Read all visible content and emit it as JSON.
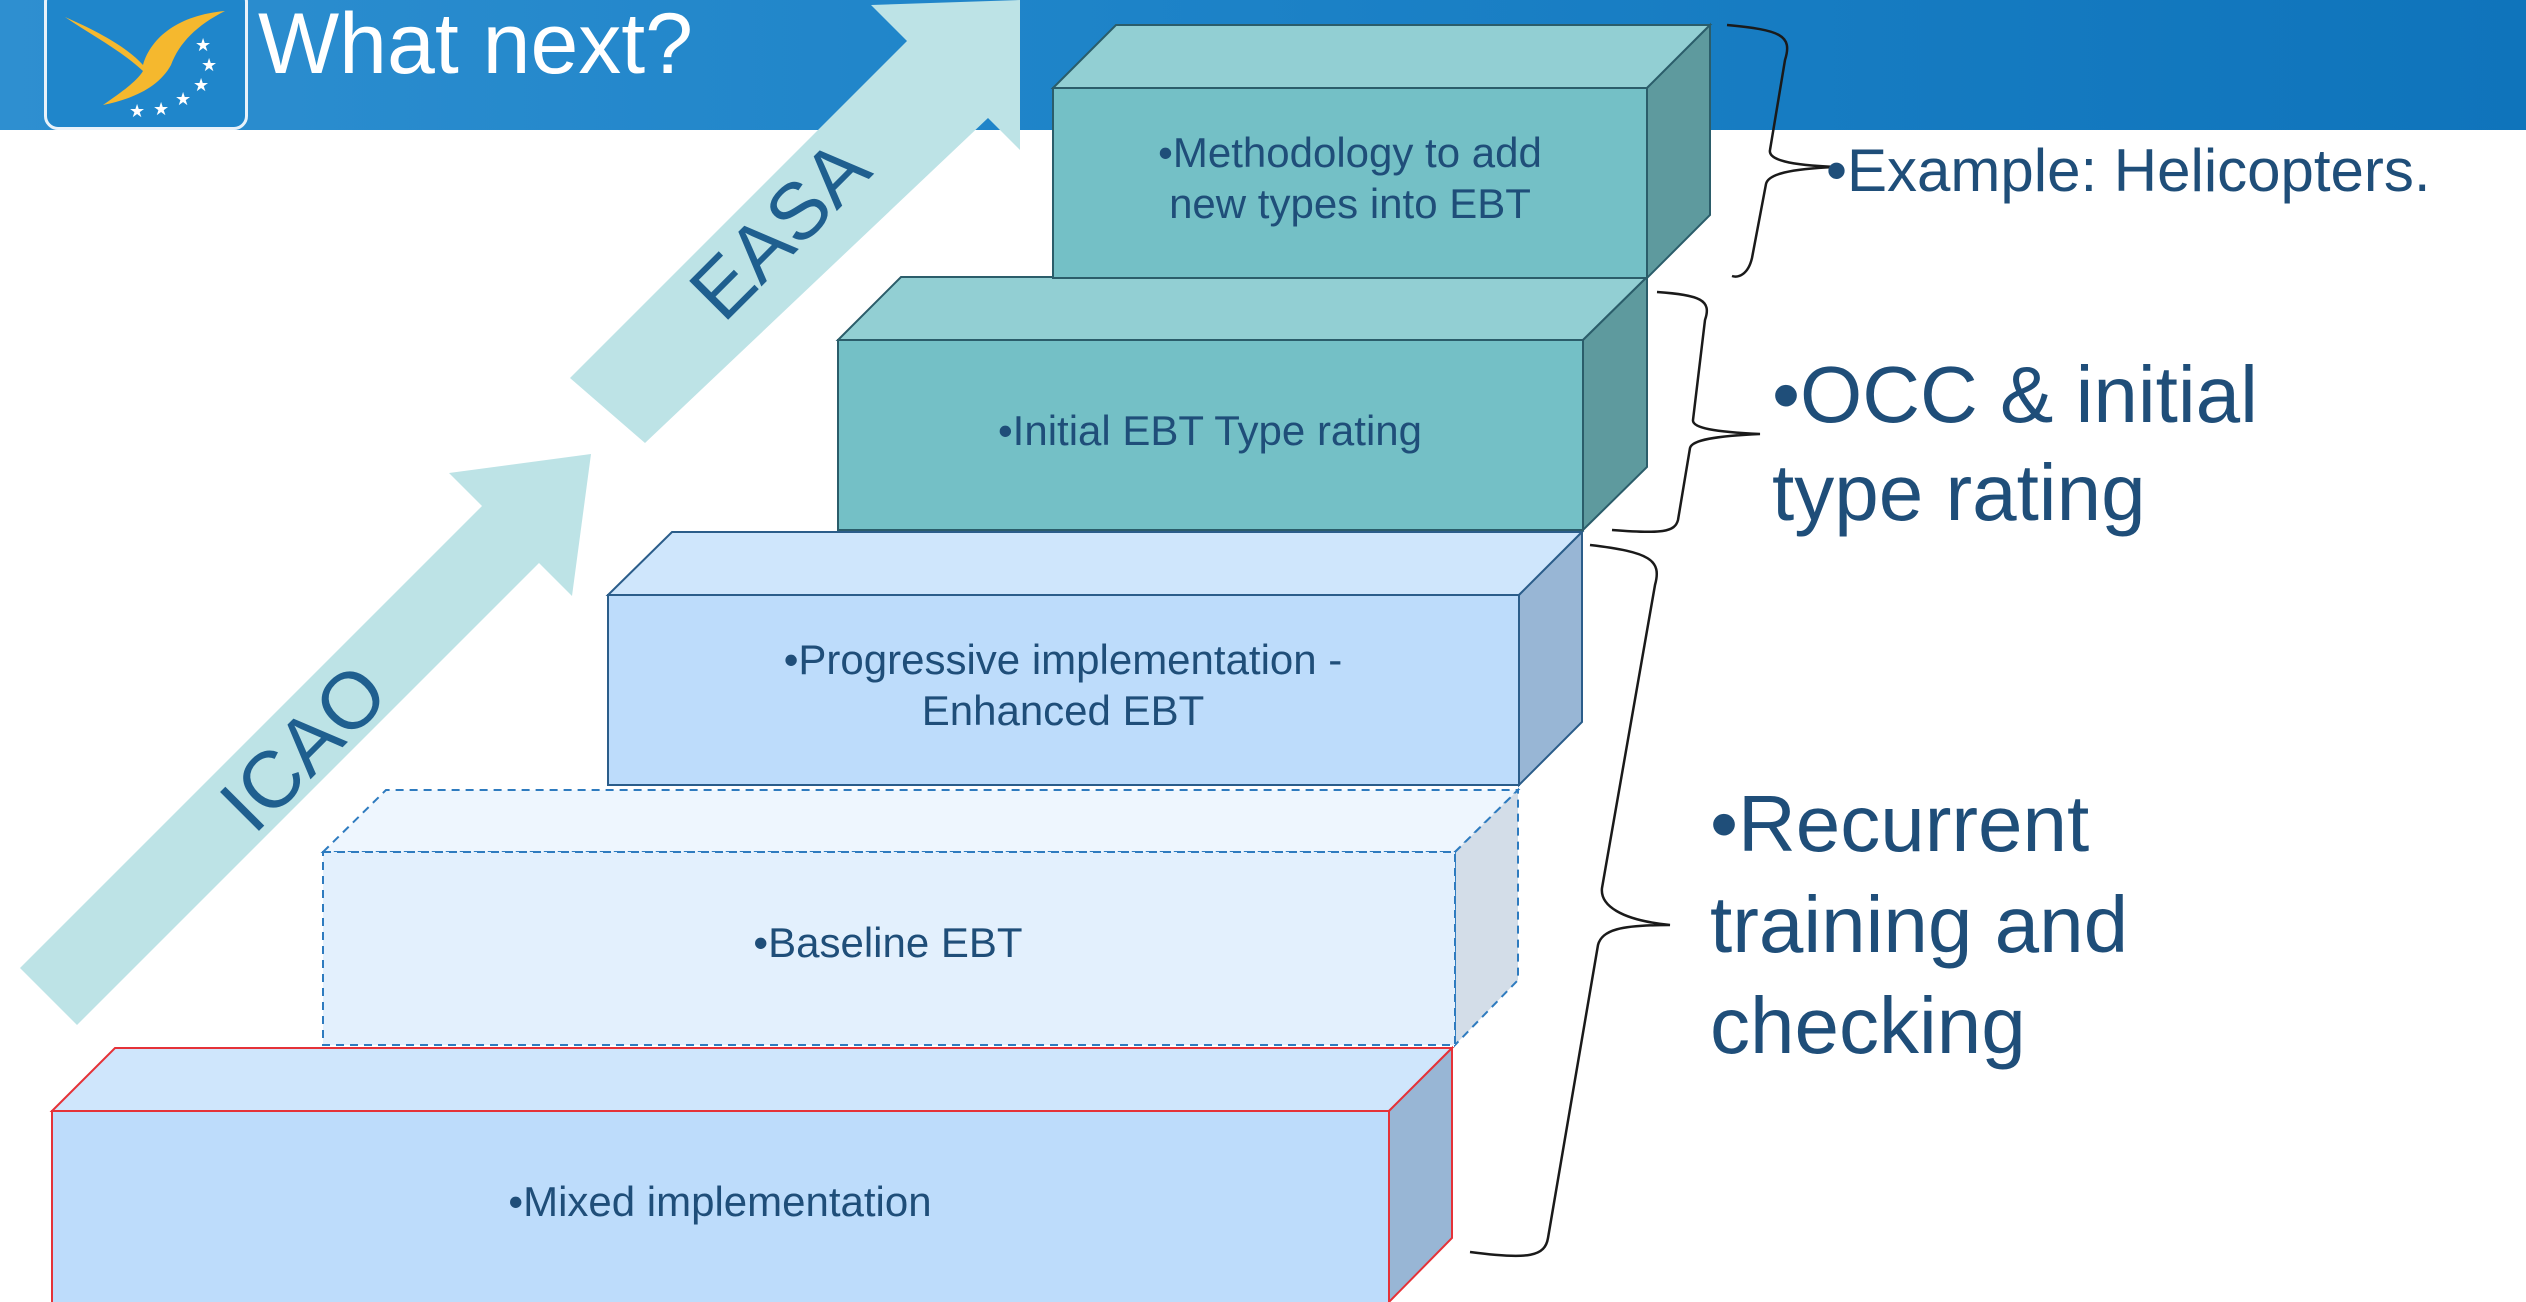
{
  "header": {
    "title": "What next?",
    "background_color": "#1d83c8"
  },
  "arrows": [
    {
      "label": "ICAO",
      "color": "#bde3e6"
    },
    {
      "label": "EASA",
      "color": "#bde3e6"
    }
  ],
  "steps": [
    {
      "lines": [
        "•Mixed implementation"
      ],
      "style": "light-blue, red outline"
    },
    {
      "lines": [
        "•Baseline EBT"
      ],
      "style": "pale blue, dashed outline"
    },
    {
      "lines": [
        "•Progressive implementation -",
        "Enhanced EBT"
      ],
      "style": "light blue"
    },
    {
      "lines": [
        "•Initial EBT Type rating"
      ],
      "style": "teal"
    },
    {
      "lines": [
        "•Methodology to add",
        "new types into EBT"
      ],
      "style": "teal"
    }
  ],
  "callouts": {
    "helicopters": "•Example: Helicopters.",
    "occ": [
      "•OCC & initial",
      "type rating"
    ],
    "recurrent": [
      "•Recurrent",
      "training and",
      "checking"
    ]
  },
  "colors": {
    "text_dark_blue": "#1f4e79",
    "teal_face": "#74c0c6",
    "blue_face": "#bddcfb",
    "red_outline": "#e53238"
  }
}
